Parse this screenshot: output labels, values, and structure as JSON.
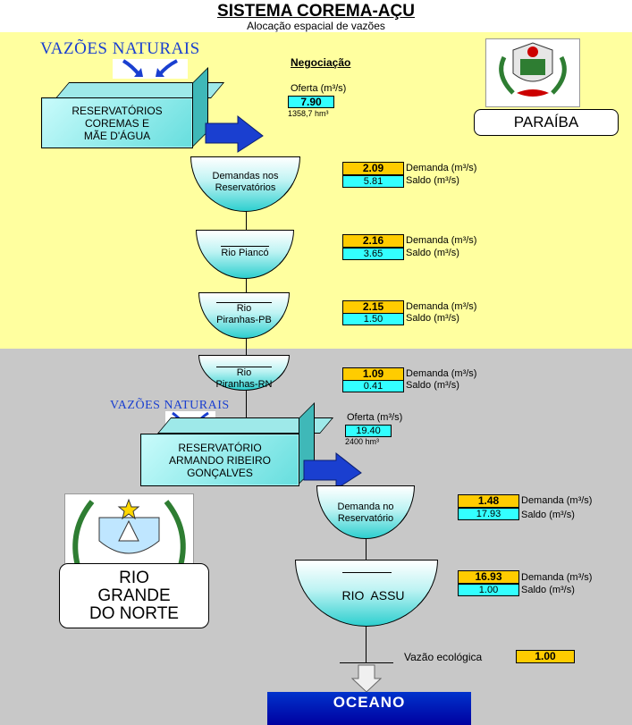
{
  "header": {
    "title": "SISTEMA COREMA-AÇU",
    "subtitle": "Alocação espacial de vazões"
  },
  "labels": {
    "natural_flows": "VAZÕES NATURAIS",
    "negotiation": "Negociação",
    "offer": "Oferta (m³/s)",
    "demand": "Demanda (m³/s)",
    "balance": "Saldo (m³/s)",
    "ecological_flow": "Vazão ecológica",
    "ocean": "OCEANO"
  },
  "states": {
    "paraiba": "PARAÍBA",
    "rn_line1": "RIO",
    "rn_line2": "GRANDE",
    "rn_line3": "DO NORTE"
  },
  "reservoir_pb": {
    "line1": "RESERVATÓRIOS",
    "line2": "COREMAS E",
    "line3": "MÃE D'ÁGUA",
    "offer": "7.90",
    "volume": "1358,7 hm³"
  },
  "reservoir_rn": {
    "line1": "RESERVATÓRIO",
    "line2": "ARMANDO RIBEIRO",
    "line3": "GONÇALVES",
    "offer": "19.40",
    "volume": "2400 hm³"
  },
  "nodes": [
    {
      "line1": "Demandas nos",
      "line2": "Reservatórios",
      "demand": "2.09",
      "balance": "5.81"
    },
    {
      "line1": "Rio Piancó",
      "line2": "",
      "demand": "2.16",
      "balance": "3.65"
    },
    {
      "line1": "Rio",
      "line2": "Piranhas-PB",
      "demand": "2.15",
      "balance": "1.50"
    },
    {
      "line1": "Rio",
      "line2": "Piranhas-RN",
      "demand": "1.09",
      "balance": "0.41"
    },
    {
      "line1": "Demanda no",
      "line2": "Reservatório",
      "demand": "1.48",
      "balance": "17.93"
    },
    {
      "line1": "RIO  ASSU",
      "line2": "",
      "demand": "16.93",
      "balance": "1.00"
    }
  ],
  "ecological_flow_value": "1.00",
  "colors": {
    "pb_band": "#ffff9f",
    "rn_band": "#c8c8c8",
    "demand_box": "#ffcc00",
    "balance_box": "#33ffff",
    "arrow": "#1a3fd0"
  }
}
